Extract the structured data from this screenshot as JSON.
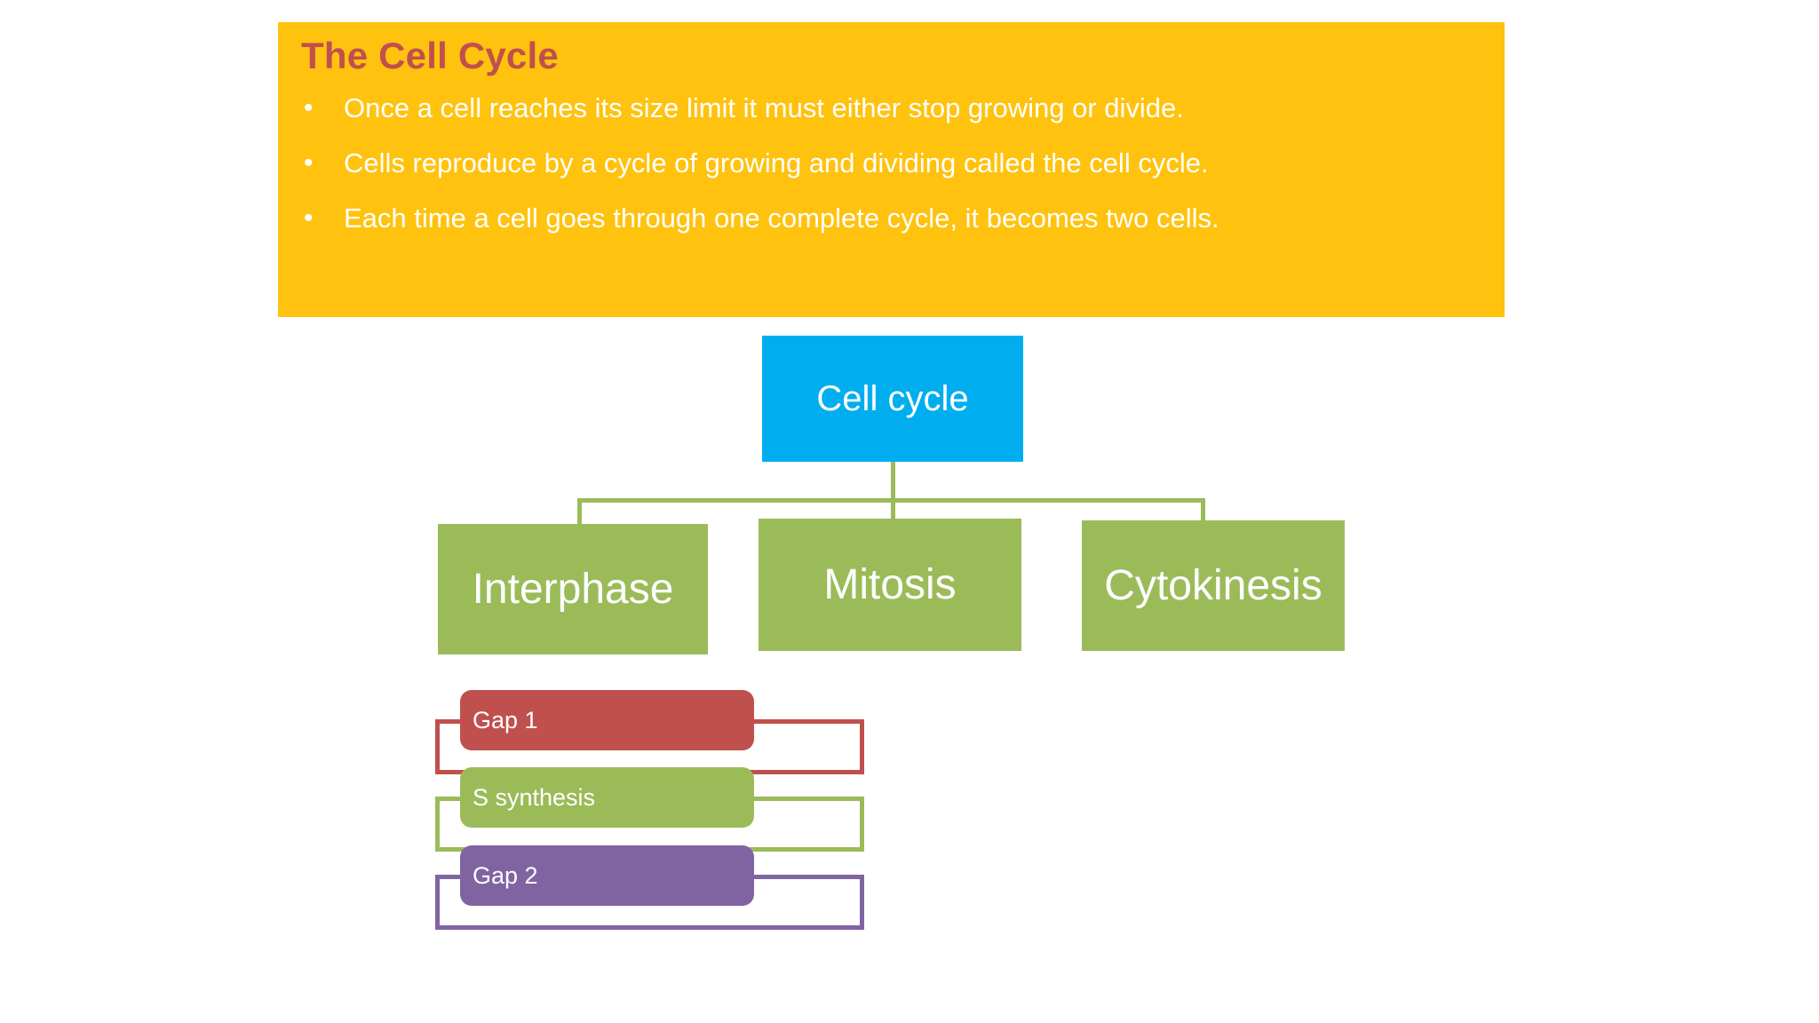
{
  "slide": {
    "title": "The Cell Cycle",
    "background_color": "#FFFFFF",
    "banner_color": "#FFC20E",
    "title_color": "#C0504D",
    "bullet_glyph": "•",
    "bullets": [
      "Once a cell reaches its size limit it must either stop growing or divide.",
      "Cells reproduce by a cycle of growing and dividing called the cell cycle.",
      "Each time a cell goes through one complete cycle, it becomes two cells."
    ]
  },
  "diagram": {
    "root": {
      "label": "Cell cycle",
      "color": "#00AEEF"
    },
    "phases": [
      {
        "label": "Interphase",
        "color": "#9BBB59"
      },
      {
        "label": "Mitosis",
        "color": "#9BBB59"
      },
      {
        "label": "Cytokinesis",
        "color": "#9BBB59"
      }
    ],
    "connector_color": "#9BBB59",
    "subphases": [
      {
        "label": "Gap 1",
        "color": "#C0504D"
      },
      {
        "label": "S synthesis",
        "color": "#9BBB59"
      },
      {
        "label": "Gap 2",
        "color": "#8064A2"
      }
    ]
  }
}
